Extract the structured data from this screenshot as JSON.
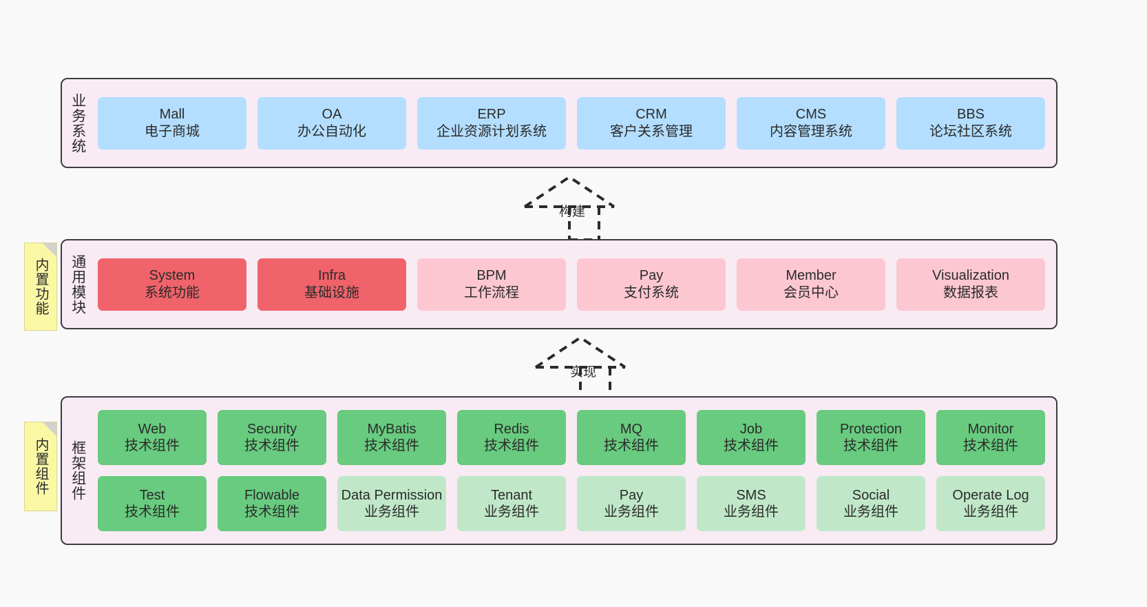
{
  "diagram": {
    "background_color": "#f9f9f9",
    "panel_color": "#f9ebf4",
    "panel_border_color": "#3c3c42",
    "note_color": "#fbf8a5"
  },
  "layers": {
    "business": {
      "title": "业务系统",
      "color": "#b3deff",
      "nodes": [
        {
          "en": "Mall",
          "cn": "电子商城"
        },
        {
          "en": "OA",
          "cn": "办公自动化"
        },
        {
          "en": "ERP",
          "cn": "企业资源计划系统"
        },
        {
          "en": "CRM",
          "cn": "客户关系管理"
        },
        {
          "en": "CMS",
          "cn": "内容管理系统"
        },
        {
          "en": "BBS",
          "cn": "论坛社区系统"
        }
      ]
    },
    "common": {
      "title": "通用模块",
      "note": "内置功能",
      "color_primary": "#f0636b",
      "color_secondary": "#fdc7d2",
      "nodes": [
        {
          "en": "System",
          "cn": "系统功能",
          "style": "red"
        },
        {
          "en": "Infra",
          "cn": "基础设施",
          "style": "red"
        },
        {
          "en": "BPM",
          "cn": "工作流程",
          "style": "pinklite"
        },
        {
          "en": "Pay",
          "cn": "支付系统",
          "style": "pinklite"
        },
        {
          "en": "Member",
          "cn": "会员中心",
          "style": "pinklite"
        },
        {
          "en": "Visualization",
          "cn": "数据报表",
          "style": "pinklite"
        }
      ]
    },
    "framework": {
      "title": "框架组件",
      "note": "内置组件",
      "color_primary": "#68cb7f",
      "color_secondary": "#c0e8c8",
      "row1": [
        {
          "en": "Web",
          "cn": "技术组件",
          "style": "green"
        },
        {
          "en": "Security",
          "cn": "技术组件",
          "style": "green"
        },
        {
          "en": "MyBatis",
          "cn": "技术组件",
          "style": "green"
        },
        {
          "en": "Redis",
          "cn": "技术组件",
          "style": "green"
        },
        {
          "en": "MQ",
          "cn": "技术组件",
          "style": "green"
        },
        {
          "en": "Job",
          "cn": "技术组件",
          "style": "green"
        },
        {
          "en": "Protection",
          "cn": "技术组件",
          "style": "green"
        },
        {
          "en": "Monitor",
          "cn": "技术组件",
          "style": "green"
        }
      ],
      "row2": [
        {
          "en": "Test",
          "cn": "技术组件",
          "style": "green"
        },
        {
          "en": "Flowable",
          "cn": "技术组件",
          "style": "green"
        },
        {
          "en": "Data Permission",
          "cn": "业务组件",
          "style": "greenlite"
        },
        {
          "en": "Tenant",
          "cn": "业务组件",
          "style": "greenlite"
        },
        {
          "en": "Pay",
          "cn": "业务组件",
          "style": "greenlite"
        },
        {
          "en": "SMS",
          "cn": "业务组件",
          "style": "greenlite"
        },
        {
          "en": "Social",
          "cn": "业务组件",
          "style": "greenlite"
        },
        {
          "en": "Operate Log",
          "cn": "业务组件",
          "style": "greenlite"
        }
      ]
    }
  },
  "connectors": [
    {
      "label": "构建",
      "from": "通用模块",
      "to": "业务系统"
    },
    {
      "label": "实现",
      "from": "框架组件",
      "to": "通用模块"
    }
  ]
}
